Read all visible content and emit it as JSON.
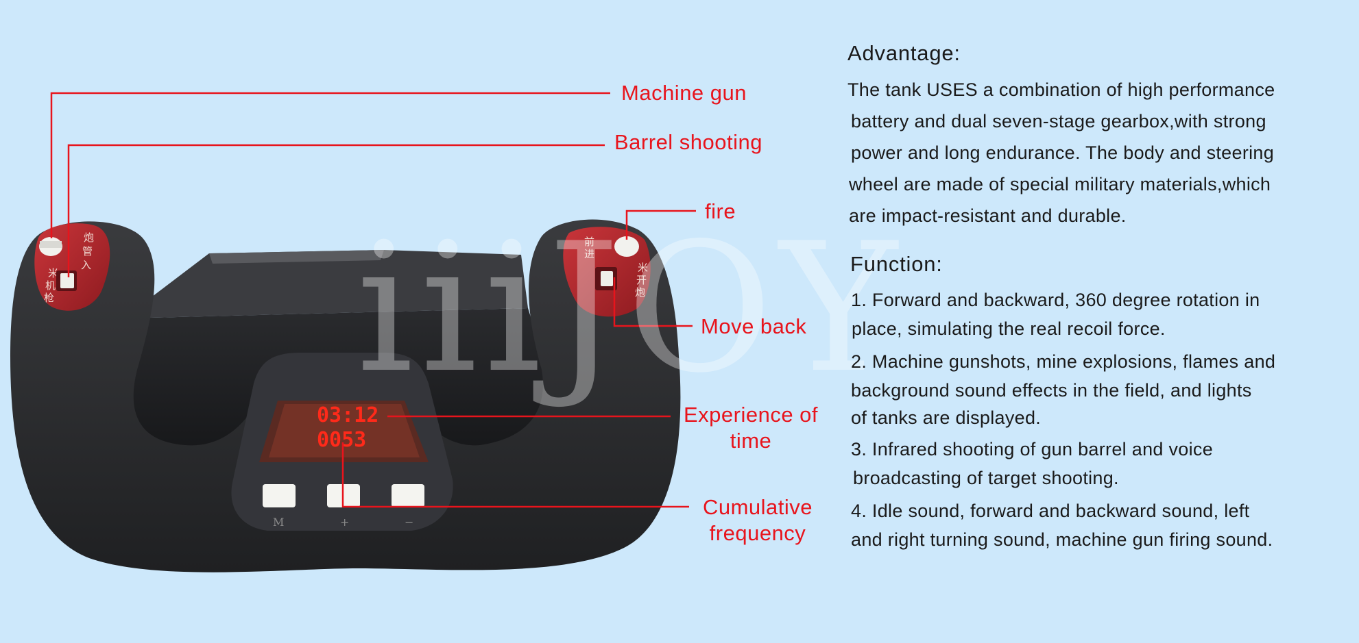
{
  "colors": {
    "background": "#cde8fb",
    "callout": "#e8141c",
    "controller_body": "#2b2c2e",
    "grip_cap": "#b8232a",
    "display": "#ff2a1a"
  },
  "callouts": {
    "machine_gun": "Machine gun",
    "barrel_shooting": "Barrel shooting",
    "fire": "fire",
    "move_back": "Move back",
    "experience_line1": "Experience of",
    "experience_line2": "time",
    "cumulative_line1": "Cumulative",
    "cumulative_line2": "frequency"
  },
  "display": {
    "time": "03:12",
    "count": "0053"
  },
  "buttons": {
    "m": "M",
    "plus": "+",
    "minus": "−"
  },
  "left_grip_text": [
    "炮",
    "管",
    "入",
    "米",
    "机",
    "枪"
  ],
  "right_grip_text": [
    "前",
    "进",
    "米",
    "开",
    "炮"
  ],
  "watermark": "iiiJOY",
  "advantage": {
    "heading": "Advantage:",
    "lines": [
      "The tank USES a combination of high performance",
      "battery and dual seven-stage gearbox,with strong",
      "power and long endurance. The body and steering",
      "wheel are made of special military materials,which",
      "are impact-resistant and durable."
    ]
  },
  "function": {
    "heading": "Function:",
    "items": [
      [
        "1. Forward and backward, 360 degree rotation in",
        "place, simulating the real recoil force."
      ],
      [
        "2. Machine gunshots, mine explosions, flames and",
        "background sound effects in the field, and lights",
        "of tanks are displayed."
      ],
      [
        "3. Infrared shooting of gun barrel and voice",
        "broadcasting of target shooting."
      ],
      [
        "4. Idle sound, forward and backward sound, left",
        "and right turning sound, machine gun firing sound."
      ]
    ]
  }
}
